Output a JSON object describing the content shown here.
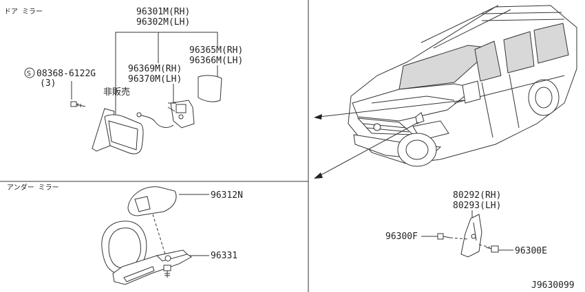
{
  "sections": {
    "door_mirror": "ドア ミラー",
    "under_mirror": "アンダー ミラー"
  },
  "labels": {
    "p96301m": "96301M(RH)",
    "p96302m": "96302M(LH)",
    "p96365m": "96365M(RH)",
    "p96366m": "96366M(LH)",
    "p96369m": "96369M(RH)",
    "p96370m": "96370M(LH)",
    "screw": "08368-6122G",
    "screw_qty": "(3)",
    "screw_symbol": "S",
    "not_sold": "非販売",
    "p96312n": "96312N",
    "p96331": "96331",
    "p80292": "80292(RH)",
    "p80293": "80293(LH)",
    "p96300f": "96300F",
    "p96300e": "96300E",
    "diagram_id": "J9630099"
  }
}
